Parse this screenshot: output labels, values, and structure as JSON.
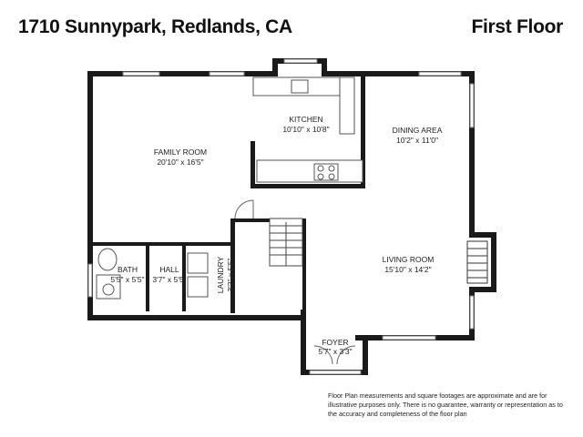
{
  "header": {
    "address": "1710 Sunnypark, Redlands, CA",
    "floor": "First Floor"
  },
  "rooms": [
    {
      "key": "kitchen",
      "name": "KITCHEN",
      "size": "10'10\" x 10'8\""
    },
    {
      "key": "dining",
      "name": "DINING AREA",
      "size": "10'2\" x 11'0\""
    },
    {
      "key": "family",
      "name": "FAMILY ROOM",
      "size": "20'10\" x 16'5\""
    },
    {
      "key": "living",
      "name": "LIVING ROOM",
      "size": "15'10\" x 14'2\""
    },
    {
      "key": "bath",
      "name": "BATH",
      "size": "5'5\" x 5'5\""
    },
    {
      "key": "hall",
      "name": "HALL",
      "size": "3'7\" x 5'5\""
    },
    {
      "key": "laundry",
      "name": "LAUNDRY",
      "size": "3'2\" x 5'5\""
    },
    {
      "key": "foyer",
      "name": "FOYER",
      "size": "5'7\" x 3'3\""
    }
  ],
  "disclaimer": "Floor Plan measurements and square footages are approximate and are for illustrative purposes only. There is no guarantee, warranty or representation as to the accuracy and completeness of the floor plan"
}
